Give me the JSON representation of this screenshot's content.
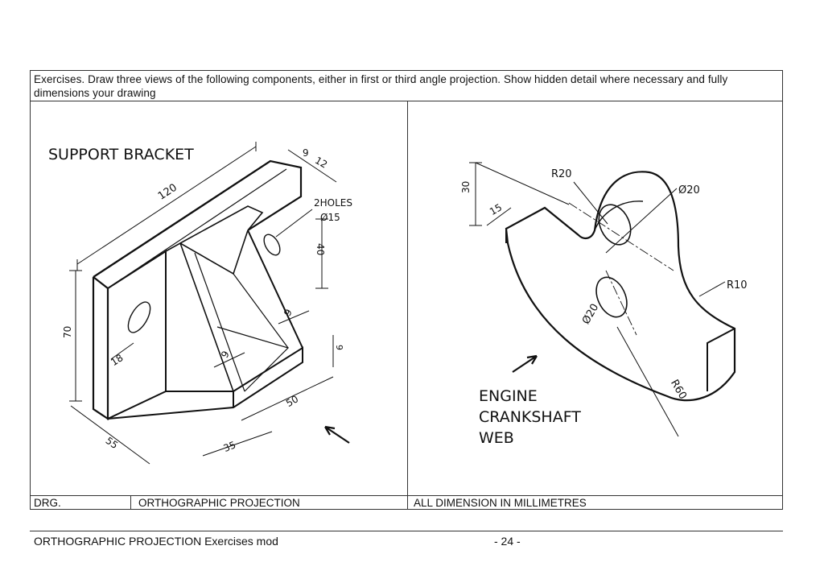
{
  "instructions": "Exercises. Draw three views of the following components, either in first or third angle projection.  Show hidden detail where necessary and fully dimensions your drawing",
  "left_drawing": {
    "title": "SUPPORT BRACKET",
    "dims": {
      "d120": "120",
      "d9a": "9",
      "d12": "12",
      "holes": "2HOLES",
      "dia15": "Ø15",
      "d40": "40",
      "d70": "70",
      "d18": "18",
      "d9b": "9",
      "d9c": "9",
      "d9d": "9",
      "d50": "50",
      "d55": "55",
      "d35": "35"
    }
  },
  "right_drawing": {
    "title_line1": "ENGINE",
    "title_line2": "CRANKSHAFT",
    "title_line3": "WEB",
    "dims": {
      "r20": "R20",
      "dia20_top": "Ø20",
      "d30": "30",
      "d15": "15",
      "r10": "R10",
      "dia20_mid": "Ø20",
      "r60": "R60"
    }
  },
  "title_block": {
    "drg_label": "DRG.",
    "title": "ORTHOGRAPHIC PROJECTION",
    "units_note": "ALL DIMENSION IN MILLIMETRES"
  },
  "footer": {
    "doc_name": "ORTHOGRAPHIC PROJECTION Exercises mod",
    "page_number": "- 24 -"
  }
}
